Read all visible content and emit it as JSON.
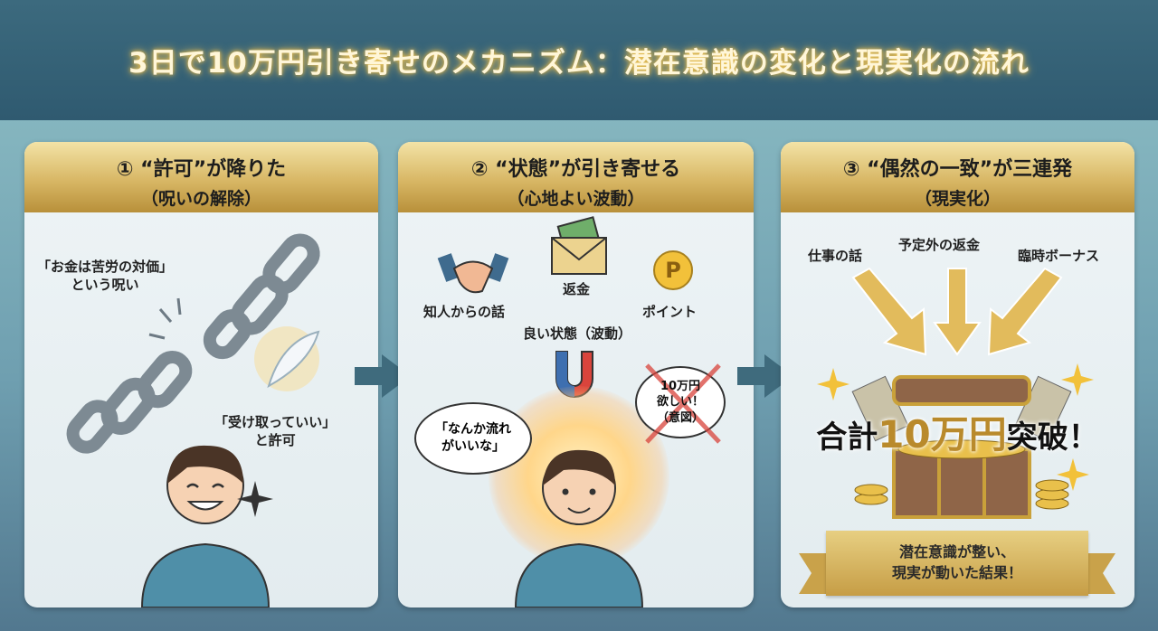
{
  "title": "3日で10万円引き寄せのメカニズム：潜在意識の変化と現実化の流れ",
  "panels": [
    {
      "heading": "① “許可”が降りた",
      "subheading": "（呪いの解除）",
      "curse_label": "「お金は苦労の対価」\nという呪い",
      "permission_label": "「受け取っていい」\nと許可"
    },
    {
      "heading": "② “状態”が引き寄せる",
      "subheading": "（心地よい波動）",
      "items": [
        "知人からの話",
        "返金",
        "ポイント"
      ],
      "state_label": "良い状態（波動）",
      "thought_good": "「なんか流れ\nがいいな」",
      "thought_crossed": "10万円\n欲しい！\n（意図）",
      "coin_letter": "P"
    },
    {
      "heading": "③ “偶然の一致”が三連発",
      "subheading": "（現実化）",
      "sources": [
        "仕事の話",
        "予定外の返金",
        "臨時ボーナス"
      ],
      "total_prefix": "合計",
      "total_amount": "10万円",
      "total_suffix": "突破！",
      "result": "潜在意識が整い、\n現実が動いた結果！"
    }
  ],
  "colors": {
    "gold": "#d8b765",
    "title_bg": "#2f5a70",
    "arrow": "#3f6b7d"
  }
}
